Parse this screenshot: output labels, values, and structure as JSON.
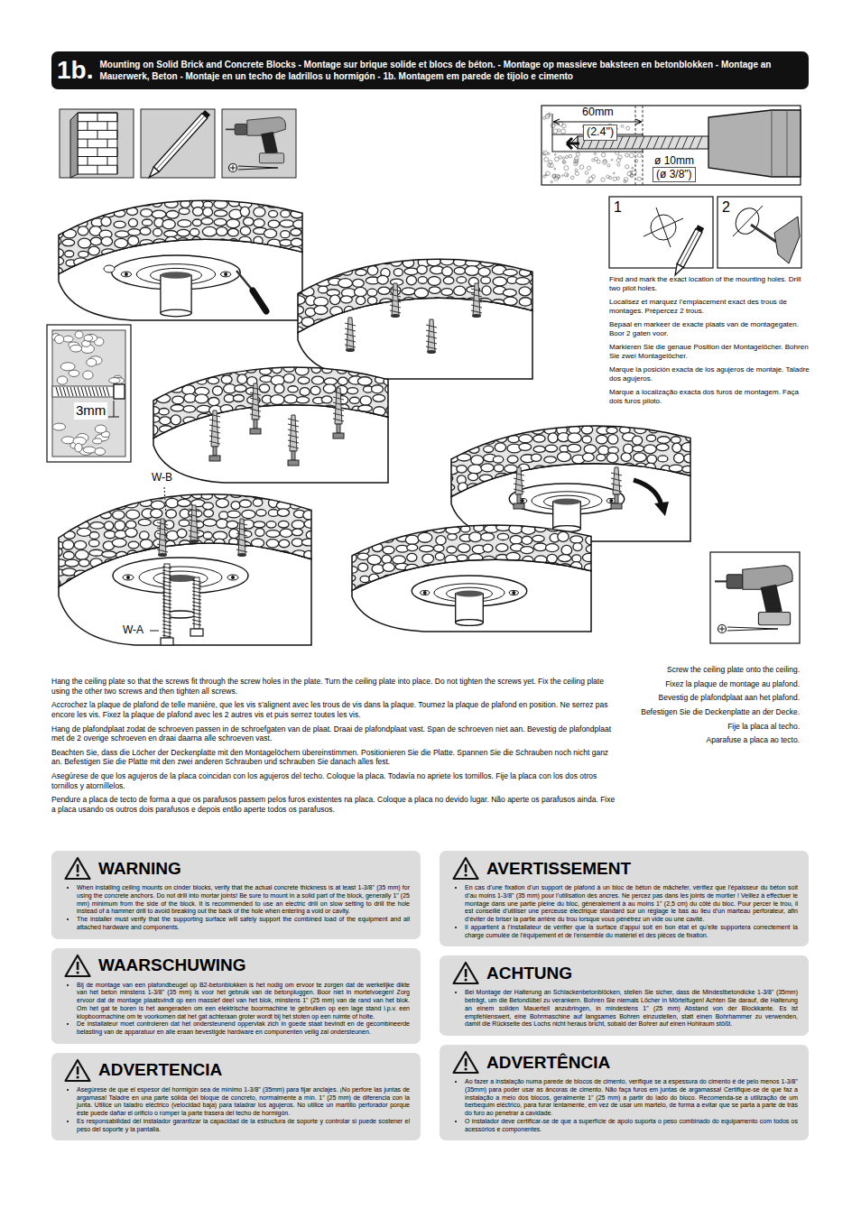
{
  "diagram": {
    "nodes": [
      {
        "text": [
          "1b.",
          "Mounting on Solid Brick and Concrete Blocks - Montage sur brique solide et blocs de béton. - Montage op massieve baksteen en betonblokken - Montage an Mauerwerk, Beton - Montaje en un techo de ladrillos u hormigón - 1b. Montagem em parede de tijolo e cimento"
        ]
      },
      {
        "text": [
          "WARNING",
          "When installing ceiling mounts on cinder blocks, verify that the actual concrete thickness is at least 1-3/8\" (35 mm) for using the concrete anchors. Do not drill into mortar joints! Be sure to mount in a solid part of the block, generally 1\" (25 mm) minimum from the side of the block. It is recommended to use an electric drill on slow setting to drill the hole instead of a hammer drill to avoid breaking out the back of the hole when entering a void or cavity.",
          "The installer must verify that the supporting surface will safely support the combined load of the equipment and all attached hardware and components."
        ]
      },
      {
        "text": [
          "AVERTISSEMENT",
          "En cas d’une fixation d’un support de plafond à un bloc de béton de mâchefer, vérifiez que l’épaisseur du béton soit d’au moins 1-3/8\" (35 mm) pour l’utilisation des ancres. Ne percez pas dans les joints de mortier ! Veillez à effectuer le montage dans une partie pleine du bloc, généralement à au moins 1\" (2,5 cm) du côté du bloc. Pour percer le trou, il est conseillé d’utiliser une perceuse électrique standard sur un réglage le bas au lieu d’un marteau perforateur, afin d’éviter de briser la partie arrière du trou lorsque vous pénétrez un vide ou une cavité.",
          "Il appartient à l’installateur de vérifier que la surface d’appui soit en bon état et qu’elle supportera correctement la charge cumulée de l’équipement et de l’ensemble du matériel et des pièces de fixation."
        ]
      },
      {
        "text": [
          "WAARSCHUWING",
          "Bij de montage van een plafondbeugel op B2-betonblokken is het nodig om ervoor te zorgen dat de werkelijke dikte van het beton minstens 1-3/8\" (35 mm) is voor het gebruik van de betonpluggen. Boor niet in mortelvoegen! Zorg ervoor dat de montage plaatsvindt op een massief deel van het blok, minstens 1\" (25 mm) van de rand van het blok. Om het gat te boren is het aangeraden om een elektrische boormachine te gebruiken op een lage stand i.p.v. een klopboormachine om te voorkomen dat het gat achteraan groter wordt bij het stoten op een ruimte of holte.",
          "De installateur moet controleren dat het ondersteunend oppervlak zich in goede staat bevindt en de gecombineerde belasting van de apparatuur en alle eraan bevestigde hardware en componenten veilig zal ondersteunen."
        ]
      },
      {
        "text": [
          "ACHTUNG",
          "Bei Montage der Halterung an Schlackenbetonblöcken, stellen Sie sicher, dass die Mindestbetondicke 1-3/8\" (35mm) beträgt, um die Betondübel zu verankern. Bohren Sie niemals Löcher in Mörtelfugen! Achten Sie darauf, die Halterung an einem soliden Mauerteil anzubringen, in mindestens 1\" (25 mm) Abstand von der Blockkante. Es ist empfehlenswert, eine Bohrmaschine auf langsames Bohren einzustellen, statt einen Bohrhammer zu verwenden, damit die Rückseite des Lochs nicht heraus bricht, sobald der Bohrer auf einen Hohlraum stößt."
        ]
      },
      {
        "text": [
          "ADVERTENCIA",
          "Asegúrese de que el espesor del hormigón sea de mínimo 1-3/8\" (35mm) para fijar anclajes. ¡No perfore las juntas de argamasa! Taladre en una parte sólida del bloque de concreto, normalmente a mín. 1\" (25 mm) de diferencia con la junta. Utilice un taladro eléctrico (velocidad baja) para taladrar los agujeros. No utilice un martillo perforador porque éste puede dañar el orificio o romper la parte trasera del techo de hormigón.",
          "Es responsabilidad del instalador garantizar la capacidad de la estructura de soporte y controlar si puede sostener el peso del soporte y la pantalla."
        ]
      },
      {
        "text": [
          "ADVERTÊNCIA",
          "Ao fazer a instalação numa parede de blocos de cimento, verifique se a espessura do cimento é de pelo menos 1-3/8\" (35mm) para poder usar as âncoras de cimento. Não faça furos em juntas de argamassa! Certifique-se de que faz a instalação a meio dos blocos, geralmente 1\" (25 mm) a partir do lado do bloco. Recomenda-se a utilização de um berbequim eléctrico, para furar lentamente, em vez de usar um martelo, de forma a evitar que se parta a parte de trás do furo ao penetrar a cavidade.",
          "O instalador deve certificar-se de que a superfície de apoio suporta o peso combinado do equipamento com todos os acessórios e componentes."
        ]
      }
    ],
    "labels": [
      "60mm",
      "(2.4\")",
      "ø 10mm",
      "(ø 3/8\")",
      "1",
      "2",
      "3mm",
      "W-B",
      "W-A",
      "Find and mark the exact location of the mounting holes. Drill two pilot holes.",
      "Localisez et marquez l’emplacement exact des trous de montages. Prépercez 2 trous.",
      "Bepaal en markeer de exacte plaats van de montagegaten. Boor 2 gaten voor.",
      "Markieren Sie die genaue Position der Montagelöcher. Bohren Sie zwei Montagelöcher.",
      "Marque la posición exacta de los agujeros de montaje. Taladre dos agujeros.",
      "Marque a localização exacta dos furos de montagem. Faça dois furos piloto.",
      "Hang the ceiling plate so that the screws fit through the screw holes in the plate. Turn the ceiling plate into place. Do not tighten the screws yet. Fix the ceiling plate using the other two screws and then tighten all screws.",
      "Accrochez la plaque de plafond de telle manière, que les vis s’alignent avec les trous de vis dans la plaque. Tournez la plaque de plafond en position. Ne serrez pas encore les vis. Fixez la plaque de plafond avec les 2 autres vis et puis serrez toutes les vis.",
      "Hang de plafondplaat zodat de schroeven passen in de schroefgaten van de plaat. Draai de plafondplaat vast. Span de schroeven niet aan. Bevestig de plafondplaat met de 2 overige schroeven en draai daarna alle schroeven vast.",
      "Beachten Sie, dass die Löcher der Deckenplatte  mit den Montagelöchern übereinstimmen. Positionieren Sie die Platte. Spannen Sie die Schrauben noch nicht ganz an. Befestigen Sie die Platte mit den zwei anderen Schrauben und schrauben Sie danach alles fest.",
      "Asegúrese de que los agujeros de la placa coincidan con los agujeros del techo. Coloque la placa. Todavía no apriete los tornillos. Fije la placa con los dos otros tornillos y atorníllelos.",
      "Pendure a placa de tecto de forma a que os parafusos passem pelos furos existentes na placa. Coloque a placa no devido lugar. Não aperte os parafusos ainda. Fixe a placa usando os outros dois parafusos e depois  então aperte todos os parafusos.",
      "Screw the ceiling plate onto the ceiling.",
      "Fixez la plaque de montage au plafond.",
      "Bevestig de plafondplaat aan het plafond.",
      "Befestigen Sie die Deckenplatte an der Decke.",
      "Fije la placa al techo.",
      "Aparafuse a placa ao tecto."
    ]
  }
}
